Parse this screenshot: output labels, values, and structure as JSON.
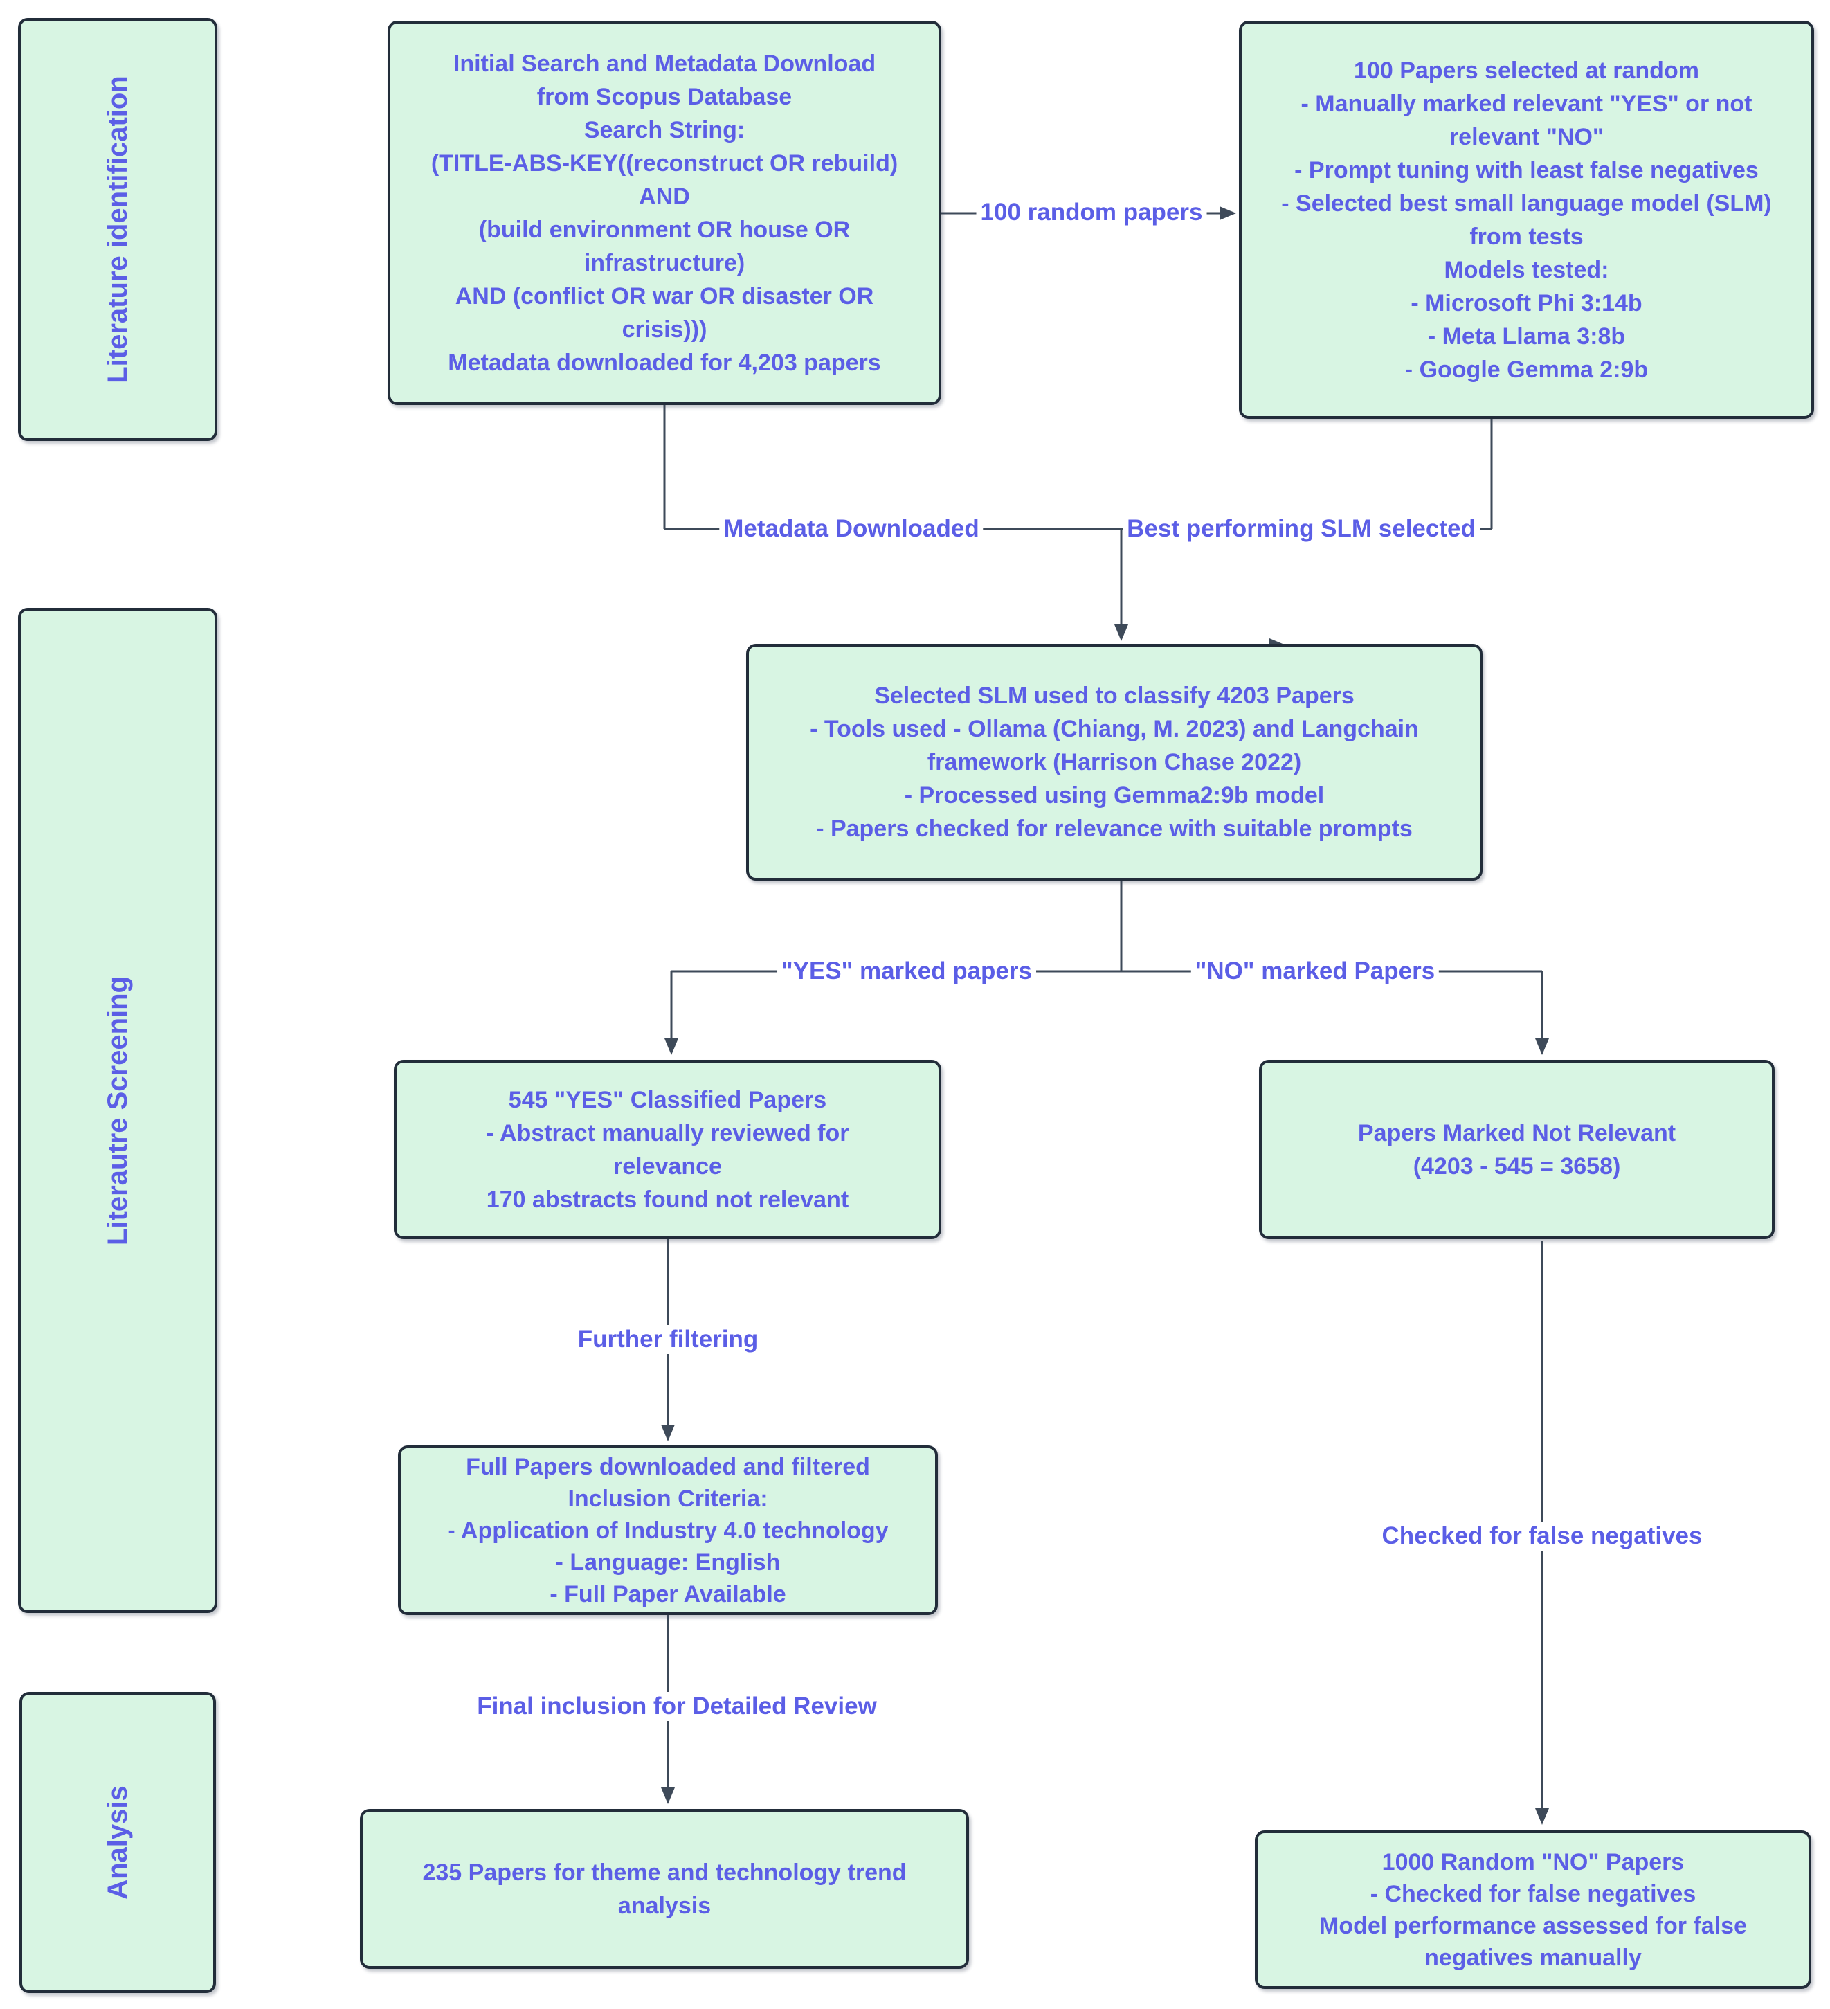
{
  "diagram": {
    "title": "Literature review and SLM screening flowchart",
    "colors": {
      "background": "#ffffff",
      "box_fill": "#d8f5e3",
      "box_border": "#222d3a",
      "text": "#5b5ee6",
      "connector": "#3e4a59"
    },
    "sidebar": {
      "identification": "Literature identification",
      "screening": "Literautre Screening",
      "analysis": "Analysis"
    },
    "boxes": {
      "initial_search": "Initial Search and Metadata Download\nfrom Scopus Database\nSearch String:\n(TITLE-ABS-KEY((reconstruct OR rebuild)\nAND\n(build environment OR house OR\ninfrastructure)\nAND (conflict OR war OR disaster OR\ncrisis)))\nMetadata downloaded for 4,203 papers",
      "random_selection": "100 Papers selected at random\n- Manually marked relevant \"YES\" or not\nrelevant \"NO\"\n- Prompt tuning with least false negatives\n- Selected best small language model (SLM)\nfrom tests\nModels tested:\n- Microsoft Phi 3:14b\n- Meta Llama 3:8b\n- Google Gemma 2:9b",
      "slm_classification": "Selected SLM used to classify 4203 Papers\n- Tools used - Ollama (Chiang, M. 2023) and Langchain\nframework (Harrison Chase 2022)\n- Processed using Gemma2:9b model\n- Papers checked for relevance with suitable prompts",
      "yes_classified": "545 \"YES\" Classified Papers\n- Abstract manually reviewed for\nrelevance\n170 abstracts found not relevant",
      "not_relevant": "Papers Marked Not Relevant\n(4203 - 545 = 3658)",
      "full_papers": "Full Papers downloaded and filtered\nInclusion Criteria:\n- Application of Industry 4.0 technology\n- Language: English\n- Full Paper Available",
      "final_papers": "235 Papers for theme and technology trend\nanalysis",
      "random_no": "1000 Random \"NO\" Papers\n- Checked for false negatives\nModel performance assessed for false\nnegatives manually"
    },
    "edge_labels": {
      "random_papers": "100 random papers",
      "metadata_downloaded": "Metadata Downloaded",
      "best_slm": "Best performing SLM selected",
      "yes_marked": "\"YES\" marked papers",
      "no_marked": "\"NO\" marked Papers",
      "further_filtering": "Further filtering",
      "final_inclusion": "Final inclusion for Detailed Review",
      "checked_false_negatives": "Checked for false negatives"
    }
  }
}
